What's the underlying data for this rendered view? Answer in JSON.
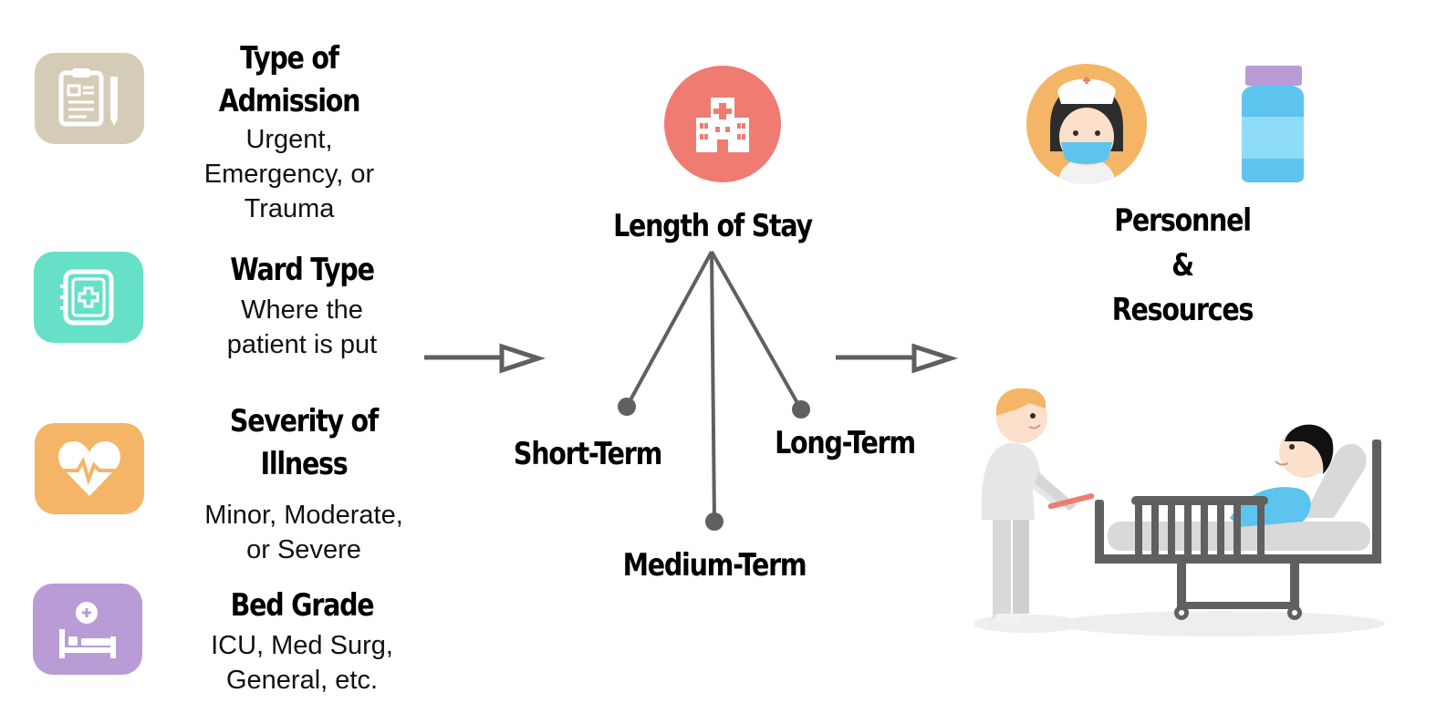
{
  "factors": [
    {
      "title_lines": [
        "Type of",
        "Admission"
      ],
      "description_lines": [
        "Urgent,",
        "Emergency, or",
        "Trauma"
      ],
      "icon": "clipboard-icon",
      "color": "#d5ccb7"
    },
    {
      "title_lines": [
        "Ward Type"
      ],
      "description_lines": [
        "Where the",
        "patient is put"
      ],
      "icon": "medical-kit-icon",
      "color": "#67e0c8"
    },
    {
      "title_lines": [
        "Severity of",
        "Illness"
      ],
      "description_lines": [
        "Minor, Moderate,",
        "or Severe"
      ],
      "icon": "heartbeat-icon",
      "color": "#f4b566"
    },
    {
      "title_lines": [
        "Bed Grade"
      ],
      "description_lines": [
        "ICU, Med Surg,",
        "General, etc."
      ],
      "icon": "hospital-bed-icon",
      "color": "#b99bd6"
    }
  ],
  "center": {
    "title": "Length of Stay",
    "icon": "hospital-building-icon",
    "icon_color": "#ef7b72",
    "branches": [
      "Short-Term",
      "Medium-Term",
      "Long-Term"
    ]
  },
  "outcome": {
    "title_lines": [
      "Personnel",
      "&",
      "Resources"
    ],
    "icons": [
      "nurse-icon",
      "medicine-bottle-icon",
      "patient-in-bed-icon"
    ]
  },
  "colors": {
    "arrow": "#5f5f5f",
    "tree": "#606060"
  }
}
